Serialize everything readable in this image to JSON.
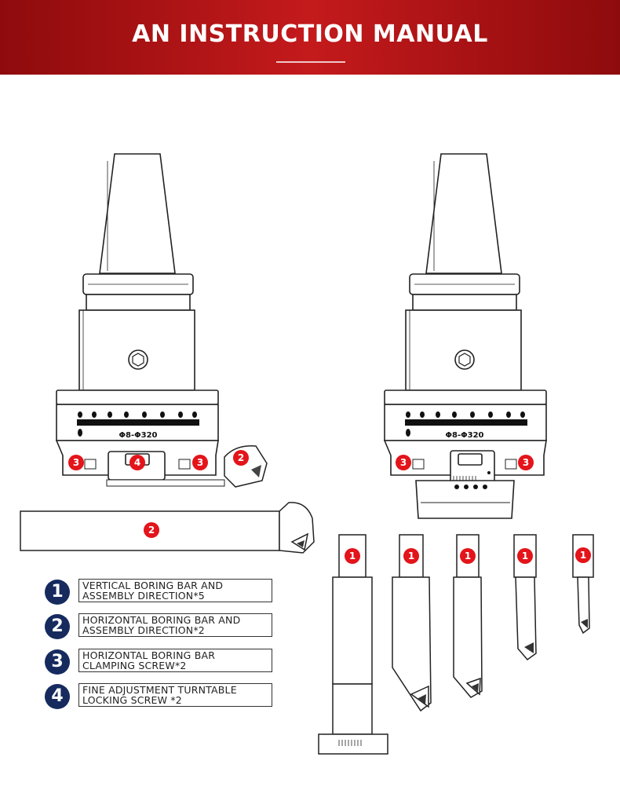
{
  "header": {
    "title": "AN INSTRUCTION MANUAL"
  },
  "diagram": {
    "scale_label": "Φ8-Φ320",
    "callouts": {
      "vertical_bar": "1",
      "horizontal_bar": "2",
      "clamping_screw": "3",
      "locking_screw": "4"
    },
    "colors": {
      "banner": "#b51517",
      "callout_red": "#e3141a",
      "legend_badge": "#162a5e",
      "line": "#222222"
    }
  },
  "legend": {
    "items": [
      {
        "number": "1",
        "text": "VERTICAL BORING BAR AND\nASSEMBLY DIRECTION*5"
      },
      {
        "number": "2",
        "text": "HORIZONTAL BORING BAR AND\nASSEMBLY DIRECTION*2"
      },
      {
        "number": "3",
        "text": "HORIZONTAL BORING BAR\nCLAMPING SCREW*2"
      },
      {
        "number": "4",
        "text": "FINE ADJUSTMENT TURNTABLE\nLOCKING SCREW *2"
      }
    ]
  }
}
